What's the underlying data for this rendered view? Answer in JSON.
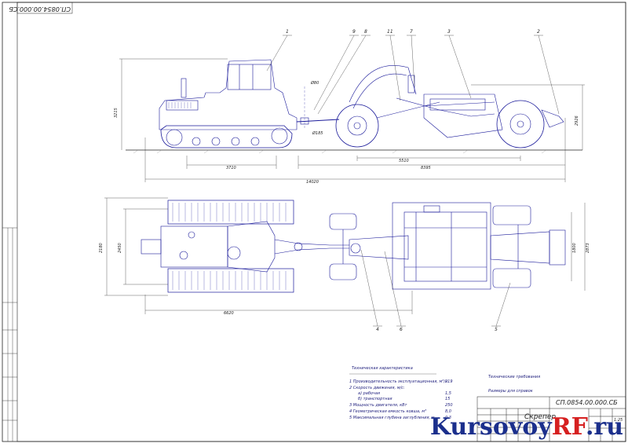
{
  "drawing_code_top": "СП.0854.00.000.СБ",
  "title_block": {
    "code": "СП.0854.00.000.СБ",
    "title": "Скрепер",
    "scale": "1:25"
  },
  "callouts": [
    "1",
    "9",
    "8",
    "11",
    "7",
    "3",
    "2",
    "4",
    "6",
    "5"
  ],
  "dimensions": {
    "height_total": "3215",
    "height_right": "2926",
    "d80": "Ø80",
    "d185": "Ø185",
    "tractor_len": "3710",
    "scraper_wheelbase": "5510",
    "scraper_len": "8395",
    "total_len": "14020",
    "plan_width": "2180",
    "plan_track": "2450",
    "plan_bowl": "1800",
    "plan_wheels": "2873",
    "plan_len": "6620"
  },
  "specs": {
    "title": "Техническая характеристика",
    "rows": [
      {
        "label": "1 Производительность эксплуатационная, м³/ч",
        "value": "219"
      },
      {
        "label": "2 Скорость движения, м/с:",
        "value": ""
      },
      {
        "label": "а) рабочая",
        "value": "1,5"
      },
      {
        "label": "б) транспортная",
        "value": "15"
      },
      {
        "label": "3 Мощность двигателя, кВт",
        "value": "250"
      },
      {
        "label": "4 Геометрическая емкость ковша, м³",
        "value": "8,0"
      },
      {
        "label": "5 Максимальная глубина заглубления, м",
        "value": "0,3"
      }
    ]
  },
  "notes": {
    "title": "Технические требования",
    "line1": "Размеры для справок"
  },
  "watermark": {
    "part1": "Kursovoy",
    "part2": "RF",
    "part3": ".ru"
  },
  "colors": {
    "line": "#1a1a9a",
    "dark": "#222222",
    "watermark_blue": "#1b2f8c",
    "watermark_red": "#d62020"
  }
}
